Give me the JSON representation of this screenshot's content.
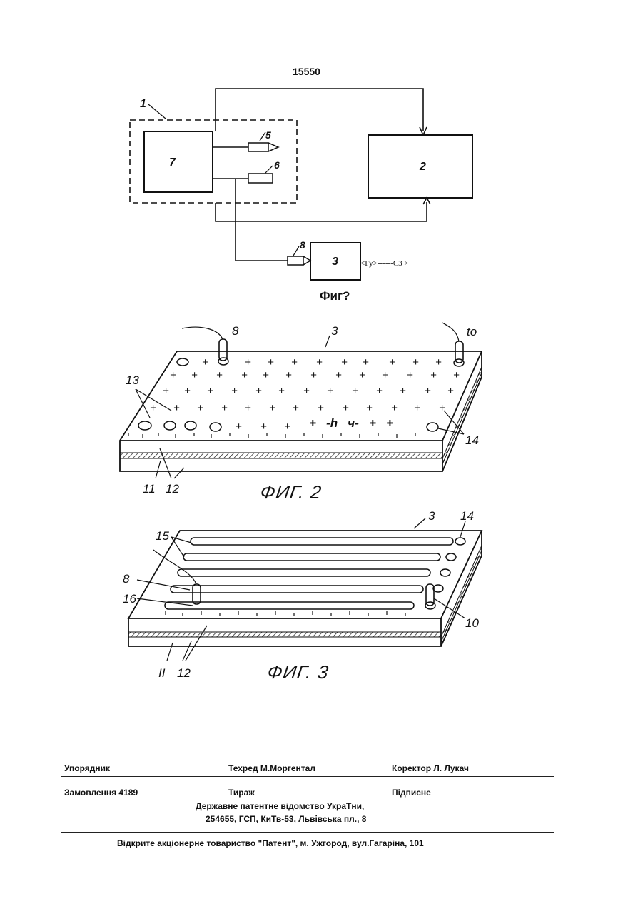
{
  "page_number": "15550",
  "figure1": {
    "caption": "Фиг?",
    "block_labels": [
      "1",
      "7",
      "5",
      "6",
      "2",
      "8",
      "3"
    ],
    "signal_text": "<Гу>------С3 >"
  },
  "figure2": {
    "caption": "ФИГ. 2",
    "labels": [
      "8",
      "3",
      "to",
      "13",
      "14",
      "11",
      "12"
    ],
    "surface_text": "+   -h   ч-   +   +"
  },
  "figure3": {
    "caption": "ФИГ. 3",
    "labels": [
      "3",
      "14",
      "15",
      "8",
      "16",
      "10",
      "II",
      "12"
    ]
  },
  "footer": {
    "compiler": "Упорядник",
    "techred": "Техред М.Моргентал",
    "corrector": "Коректор Л. Лукач",
    "order": "Замовлення 4189",
    "circulation": "Тираж",
    "subscription": "Підписне",
    "office_line1": "Державне патентне вiдомство УкраТни,",
    "office_line2": "254655, ГСП, КиТв-53, Львiвська пл., 8",
    "publisher": "Вiдкрите акцiонерне товариство \"Патент\", м. Ужгород, вул.Гагарiна, 101"
  }
}
